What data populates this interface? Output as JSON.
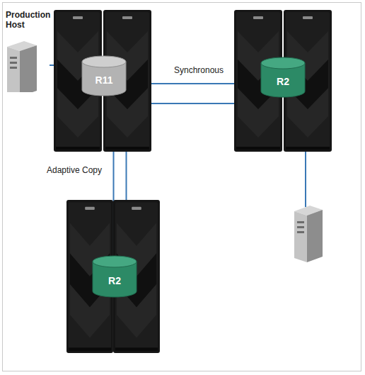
{
  "diagram": {
    "nodes": [
      {
        "text": [
          "Production Host"
        ]
      },
      {
        "text": [
          "R11"
        ]
      },
      {
        "text": [
          "R2"
        ]
      },
      {
        "text": [
          "R2"
        ]
      }
    ],
    "edges": [
      {
        "from": 0,
        "to": 1,
        "arrow": "none"
      },
      {
        "from": 1,
        "to": 2,
        "arrow": "none",
        "label": "Synchronous"
      },
      {
        "from": 1,
        "to": 3,
        "arrow": "none",
        "label": "Adaptive Copy"
      }
    ]
  }
}
